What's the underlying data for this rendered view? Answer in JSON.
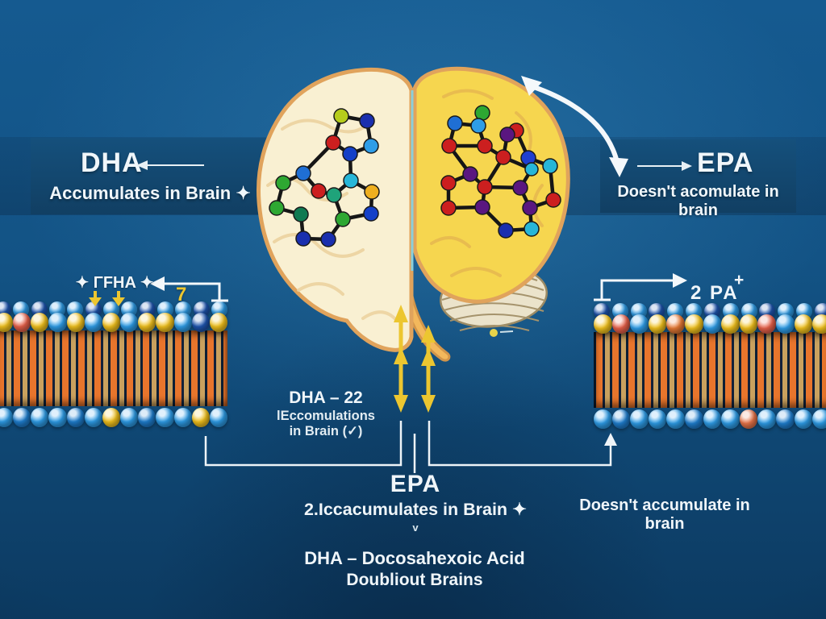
{
  "palette": {
    "background_blue": "#135385",
    "band_blue": "#113f63",
    "text_white": "#f0f6fa",
    "accent_yellow": "#ecc630",
    "membrane_blue": "#2e9de8",
    "membrane_dark_blue": "#1e55b0",
    "membrane_yellow": "#f2c21e",
    "tail_orange": "#e8752c",
    "tail_tan": "#caa15e",
    "brain_left_cream": "#f9f0d2",
    "brain_right_yellow": "#f6d64f",
    "brain_outline_orange": "#e0a35c",
    "fissure_teal": "#82d4e8"
  },
  "banner": {
    "dha": {
      "title": "DHA",
      "subtitle": "Accumulates in Brain ✦"
    },
    "epa": {
      "title": "EPA",
      "subtitle": "Doesn't acomulate in brain"
    }
  },
  "membrane_labels": {
    "left": {
      "text": "✦ ΓFHA ✦",
      "number": "7"
    },
    "right": {
      "text": "2 PA",
      "superscript": "+"
    }
  },
  "center_note": {
    "line1": "DHA – 22",
    "line2": "lEccomulations",
    "line3": "in Brain (✓)"
  },
  "epa_note": {
    "title": "EPA",
    "subtitle": "2.Iccacumulates in Brain ✦",
    "caret": "v"
  },
  "right_note": {
    "text": "Doesn't accumulate in brain"
  },
  "footer": {
    "line1": "DHA – Docosahexoic Acid",
    "line2": "Doubliout Brains"
  },
  "membranes": {
    "left": {
      "top_back": [
        "#1e55b0",
        "#2e9de8",
        "#1e55b0",
        "#2e9de8",
        "#2e9de8",
        "#1e55b0",
        "#2e9de8",
        "#2e9de8",
        "#1e55b0",
        "#2e9de8",
        "#2e9de8",
        "#1e55b0",
        "#2e9de8"
      ],
      "top_front": [
        "#f2c21e",
        "#e8614a",
        "#f2c21e",
        "#2e9de8",
        "#f2c21e",
        "#2e9de8",
        "#f2c21e",
        "#2e9de8",
        "#f2c21e",
        "#f2c21e",
        "#2e9de8",
        "#1e55b0",
        "#f2c21e"
      ],
      "bottom": [
        "#2e9de8",
        "#1f7fd0",
        "#2e9de8",
        "#2e9de8",
        "#1f7fd0",
        "#2e9de8",
        "#f2c21e",
        "#2e9de8",
        "#1f7fd0",
        "#2e9de8",
        "#2e9de8",
        "#f2c21e",
        "#2e9de8"
      ]
    },
    "right": {
      "top_back": [
        "#1e55b0",
        "#2e9de8",
        "#2e9de8",
        "#1e55b0",
        "#2e9de8",
        "#2e9de8",
        "#1e55b0",
        "#2e9de8",
        "#2e9de8",
        "#1e55b0",
        "#2e9de8",
        "#2e9de8",
        "#1e55b0"
      ],
      "top_front": [
        "#f2c21e",
        "#e8614a",
        "#2e9de8",
        "#f2c21e",
        "#e87a35",
        "#f2c21e",
        "#2e9de8",
        "#f2c21e",
        "#f2c21e",
        "#e8614a",
        "#2e9de8",
        "#f2c21e",
        "#f2c21e"
      ],
      "bottom": [
        "#2e9de8",
        "#1f7fd0",
        "#2e9de8",
        "#2e9de8",
        "#2e9de8",
        "#1f7fd0",
        "#2e9de8",
        "#2e9de8",
        "#e8754a",
        "#2e9de8",
        "#1f7fd0",
        "#2e9de8",
        "#2e9de8"
      ]
    }
  }
}
